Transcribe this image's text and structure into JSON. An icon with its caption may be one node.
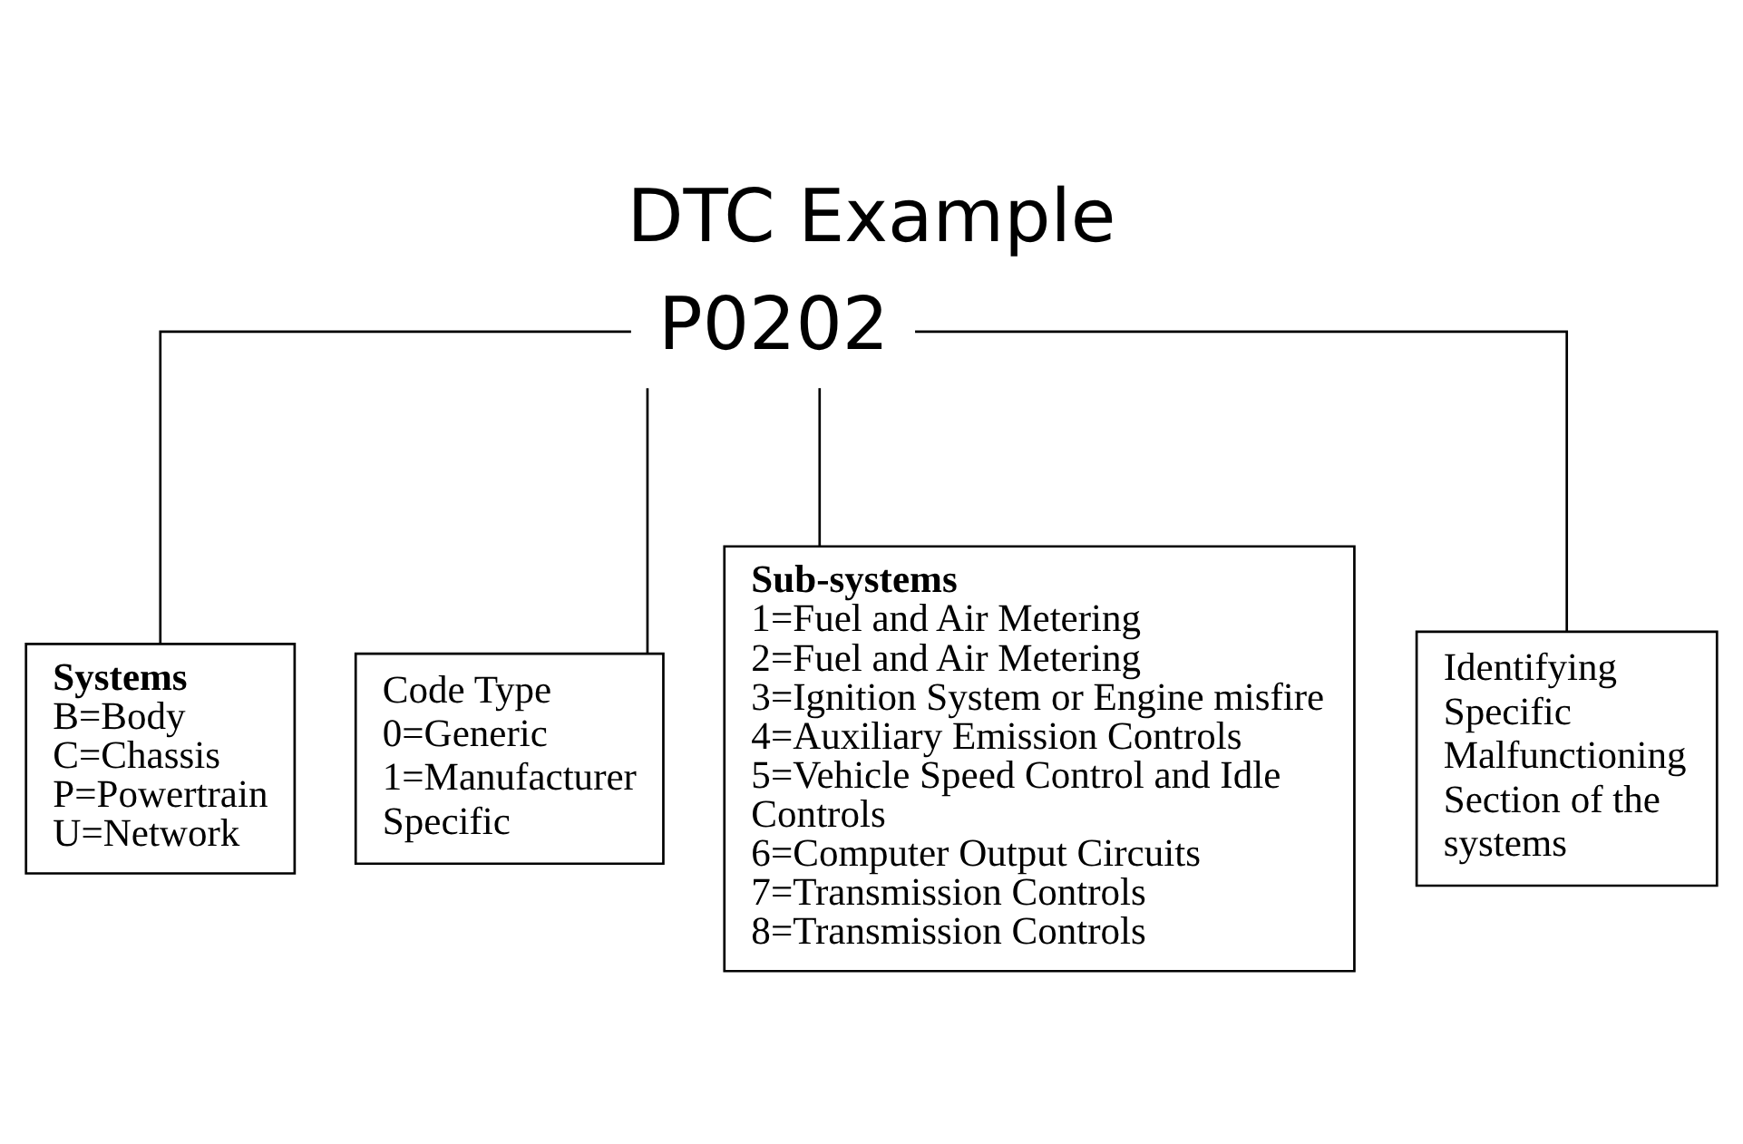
{
  "diagram": {
    "title": "DTC Example",
    "nodes": [
      {
        "text": [
          "P0202"
        ]
      },
      {
        "text": [
          "Systems",
          "B=Body",
          "C=Chassis",
          "P=Powertrain",
          "U=Network"
        ]
      },
      {
        "text": [
          "Code Type",
          "0=Generic",
          "1=Manufacturer Specific"
        ]
      },
      {
        "text": [
          "Sub-systems",
          "1=Fuel and Air Metering",
          "2=Fuel and Air Metering",
          "3=Ignition System or Engine misfire",
          "4=Auxiliary Emission Controls",
          "5=Vehicle Speed Control and Idle Controls",
          "6=Computer Output Circuits",
          "7=Transmission Controls",
          "8=Transmission Controls"
        ]
      },
      {
        "text": [
          "Identifying Specific Malfunctioning Section of the systems"
        ]
      }
    ],
    "edges": [
      {
        "from": 0,
        "to": 1,
        "arrow": "none"
      },
      {
        "from": 0,
        "to": 2,
        "arrow": "none"
      },
      {
        "from": 0,
        "to": 3,
        "arrow": "none"
      },
      {
        "from": 0,
        "to": 4,
        "arrow": "none"
      }
    ]
  }
}
